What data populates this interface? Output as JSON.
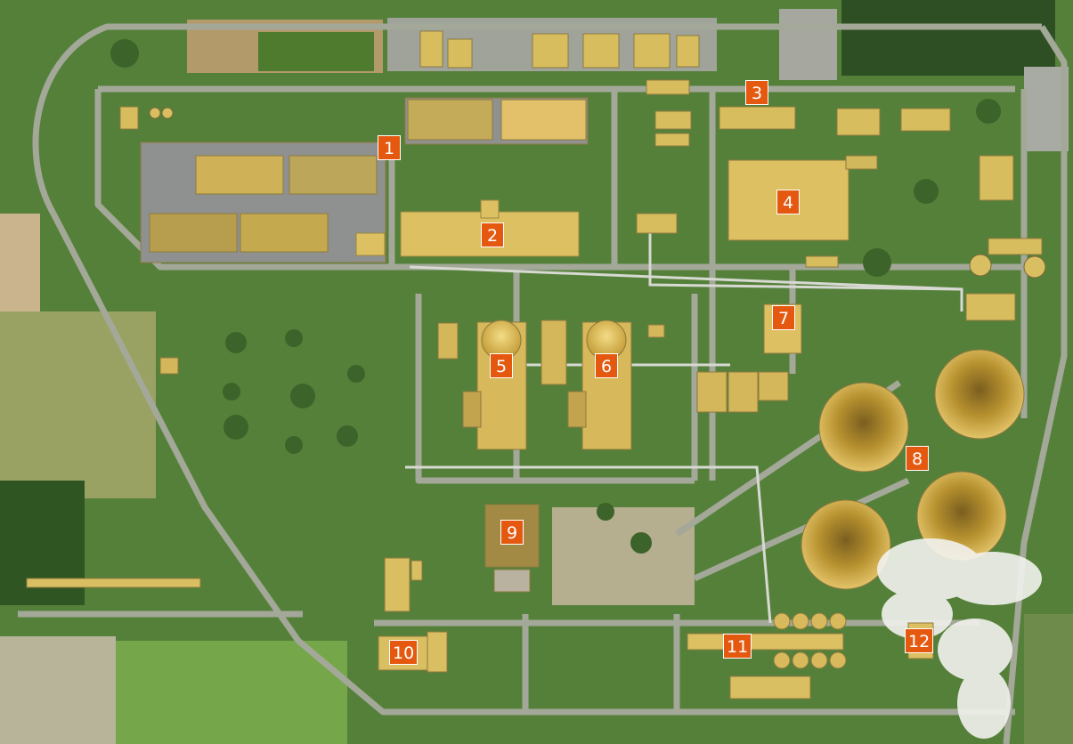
{
  "colors": {
    "marker_fill": "#e4590f",
    "marker_text": "#ffffff",
    "grass": "#55803a",
    "building": "#dcc062",
    "road": "#a3a899",
    "tower": "#c9a43e",
    "steam": "#f2f2ee"
  },
  "markers": [
    {
      "id": "m1",
      "label": "1"
    },
    {
      "id": "m2",
      "label": "2"
    },
    {
      "id": "m3",
      "label": "3"
    },
    {
      "id": "m4",
      "label": "4"
    },
    {
      "id": "m5",
      "label": "5"
    },
    {
      "id": "m6",
      "label": "6"
    },
    {
      "id": "m7",
      "label": "7"
    },
    {
      "id": "m8",
      "label": "8"
    },
    {
      "id": "m9",
      "label": "9"
    },
    {
      "id": "m10",
      "label": "10"
    },
    {
      "id": "m11",
      "label": "11"
    },
    {
      "id": "m12",
      "label": "12"
    }
  ]
}
